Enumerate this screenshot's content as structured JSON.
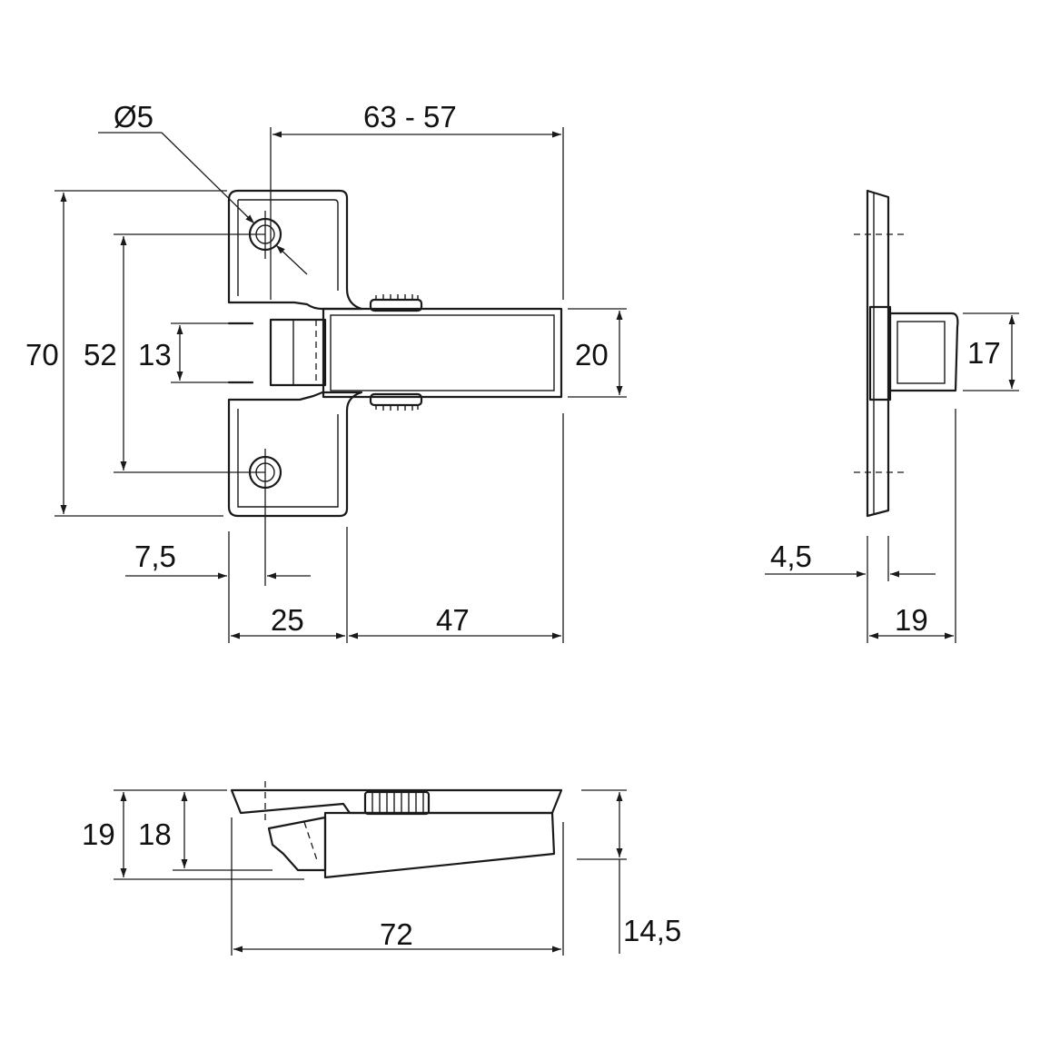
{
  "dimensions": {
    "hole_diameter": "Ø5",
    "arm_span": "63 - 57",
    "plate_height": "70",
    "hole_spacing": "52",
    "slot_height": "13",
    "arm_width": "20",
    "side_arm_width": "17",
    "hole_offset": "7,5",
    "plate_width": "25",
    "arm_length": "47",
    "side_thickness": "4,5",
    "side_depth": "19",
    "front_height_19": "19",
    "front_height_18": "18",
    "overall_length": "72",
    "front_arm_height": "14,5"
  }
}
